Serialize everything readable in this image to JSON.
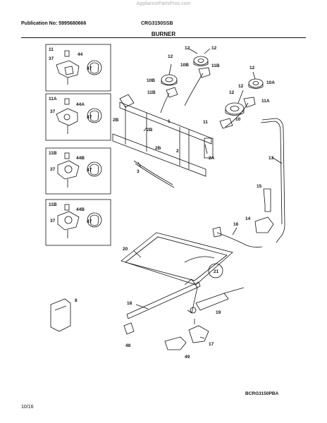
{
  "watermark": "AppliancePartsPros.com",
  "header": {
    "publication": "Publication No: 5995680666",
    "model": "CRG3150SSB",
    "title": "BURNER"
  },
  "insets": [
    {
      "id": "11",
      "labels": [
        "11",
        "37",
        "44",
        "47"
      ]
    },
    {
      "id": "11A",
      "labels": [
        "11A",
        "37",
        "44A",
        "47"
      ]
    },
    {
      "id": "11B",
      "labels": [
        "11B",
        "37",
        "44B",
        "47"
      ]
    },
    {
      "id": "11B",
      "labels": [
        "11B",
        "37",
        "44B",
        "47"
      ]
    }
  ],
  "callouts": {
    "c12a": "12",
    "c12b": "12",
    "c12c": "12",
    "c12d": "12",
    "c12e": "12",
    "c12f": "12",
    "c10b1": "10B",
    "c11b1": "11B",
    "c10b2": "10B",
    "c11b2": "11B",
    "c10a": "10A",
    "c11a": "11A",
    "c10": "10",
    "c11": "11",
    "c2b1": "2B",
    "c2b2": "2B",
    "c1": "1",
    "c2": "2",
    "c2a": "2A",
    "c3": "3",
    "c13": "13",
    "c15": "15",
    "c14": "14",
    "c16": "16",
    "c20": "20",
    "c21": "21",
    "c8": "8",
    "c18": "18",
    "c19": "19",
    "c48": "48",
    "c17": "17",
    "c49": "49"
  },
  "footer": {
    "diagram_code": "BCRG3150PBA",
    "page": "10/16"
  }
}
